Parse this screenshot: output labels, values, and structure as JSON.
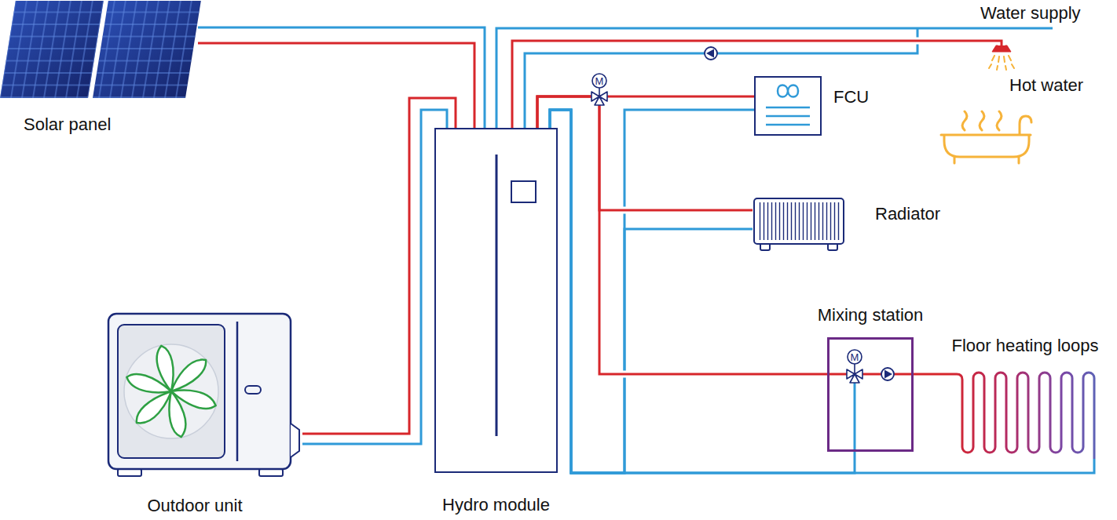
{
  "diagram": {
    "nodes": [
      {
        "text": [
          "Solar panel"
        ]
      },
      {
        "text": [
          "Hydro module"
        ]
      },
      {
        "text": [
          "Outdoor unit"
        ]
      },
      {
        "text": [
          "FCU"
        ]
      },
      {
        "text": [
          "Hot water"
        ]
      },
      {
        "text": [
          "Radiator"
        ]
      },
      {
        "text": [
          "Mixing station"
        ]
      },
      {
        "text": [
          "Floor heating loops"
        ]
      }
    ],
    "edges": [
      {
        "from": 0,
        "to": 1,
        "arrow": "none"
      },
      {
        "from": 0,
        "to": 1,
        "arrow": "none"
      },
      {
        "from": 2,
        "to": 1,
        "arrow": "none"
      },
      {
        "from": 2,
        "to": 1,
        "arrow": "none"
      },
      {
        "from": 1,
        "to": 4,
        "arrow": "none"
      },
      {
        "from": 1,
        "to": 3,
        "arrow": "none"
      },
      {
        "from": 1,
        "to": 5,
        "arrow": "none"
      },
      {
        "from": 1,
        "to": 6,
        "arrow": "none"
      },
      {
        "from": 6,
        "to": 7,
        "arrow": "none"
      },
      {
        "from": 3,
        "to": 1,
        "arrow": "none"
      },
      {
        "from": 5,
        "to": 1,
        "arrow": "none"
      },
      {
        "from": 7,
        "to": 1,
        "arrow": "none"
      },
      {
        "from": 6,
        "to": 1,
        "arrow": "none"
      }
    ],
    "labels": [
      "Water supply",
      "M",
      "M"
    ]
  }
}
